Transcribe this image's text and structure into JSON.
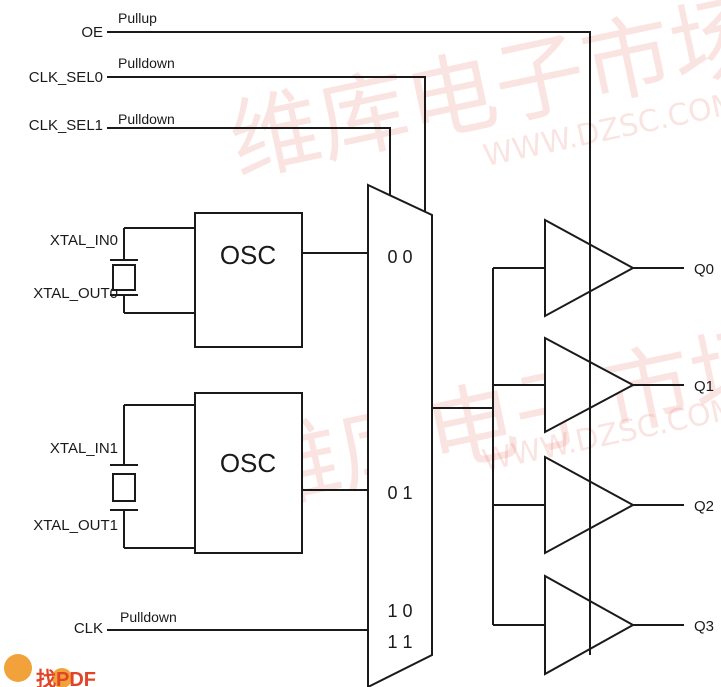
{
  "inputs": {
    "oe": {
      "name": "OE",
      "note": "Pullup"
    },
    "clk_sel0": {
      "name": "CLK_SEL0",
      "note": "Pulldown"
    },
    "clk_sel1": {
      "name": "CLK_SEL1",
      "note": "Pulldown"
    },
    "clk": {
      "name": "CLK",
      "note": "Pulldown"
    }
  },
  "crystals": [
    {
      "in": "XTAL_IN0",
      "out": "XTAL_OUT0",
      "block": "OSC"
    },
    {
      "in": "XTAL_IN1",
      "out": "XTAL_OUT1",
      "block": "OSC"
    }
  ],
  "mux": {
    "sel_00": "0  0",
    "sel_01": "0  1",
    "sel_10": "1  0",
    "sel_11": "1  1"
  },
  "outputs": [
    "Q0",
    "Q1",
    "Q2",
    "Q3"
  ],
  "watermark": {
    "cn": "维库电子市场网",
    "url": "WWW.DZSC.COM",
    "logo": "找PDF"
  }
}
